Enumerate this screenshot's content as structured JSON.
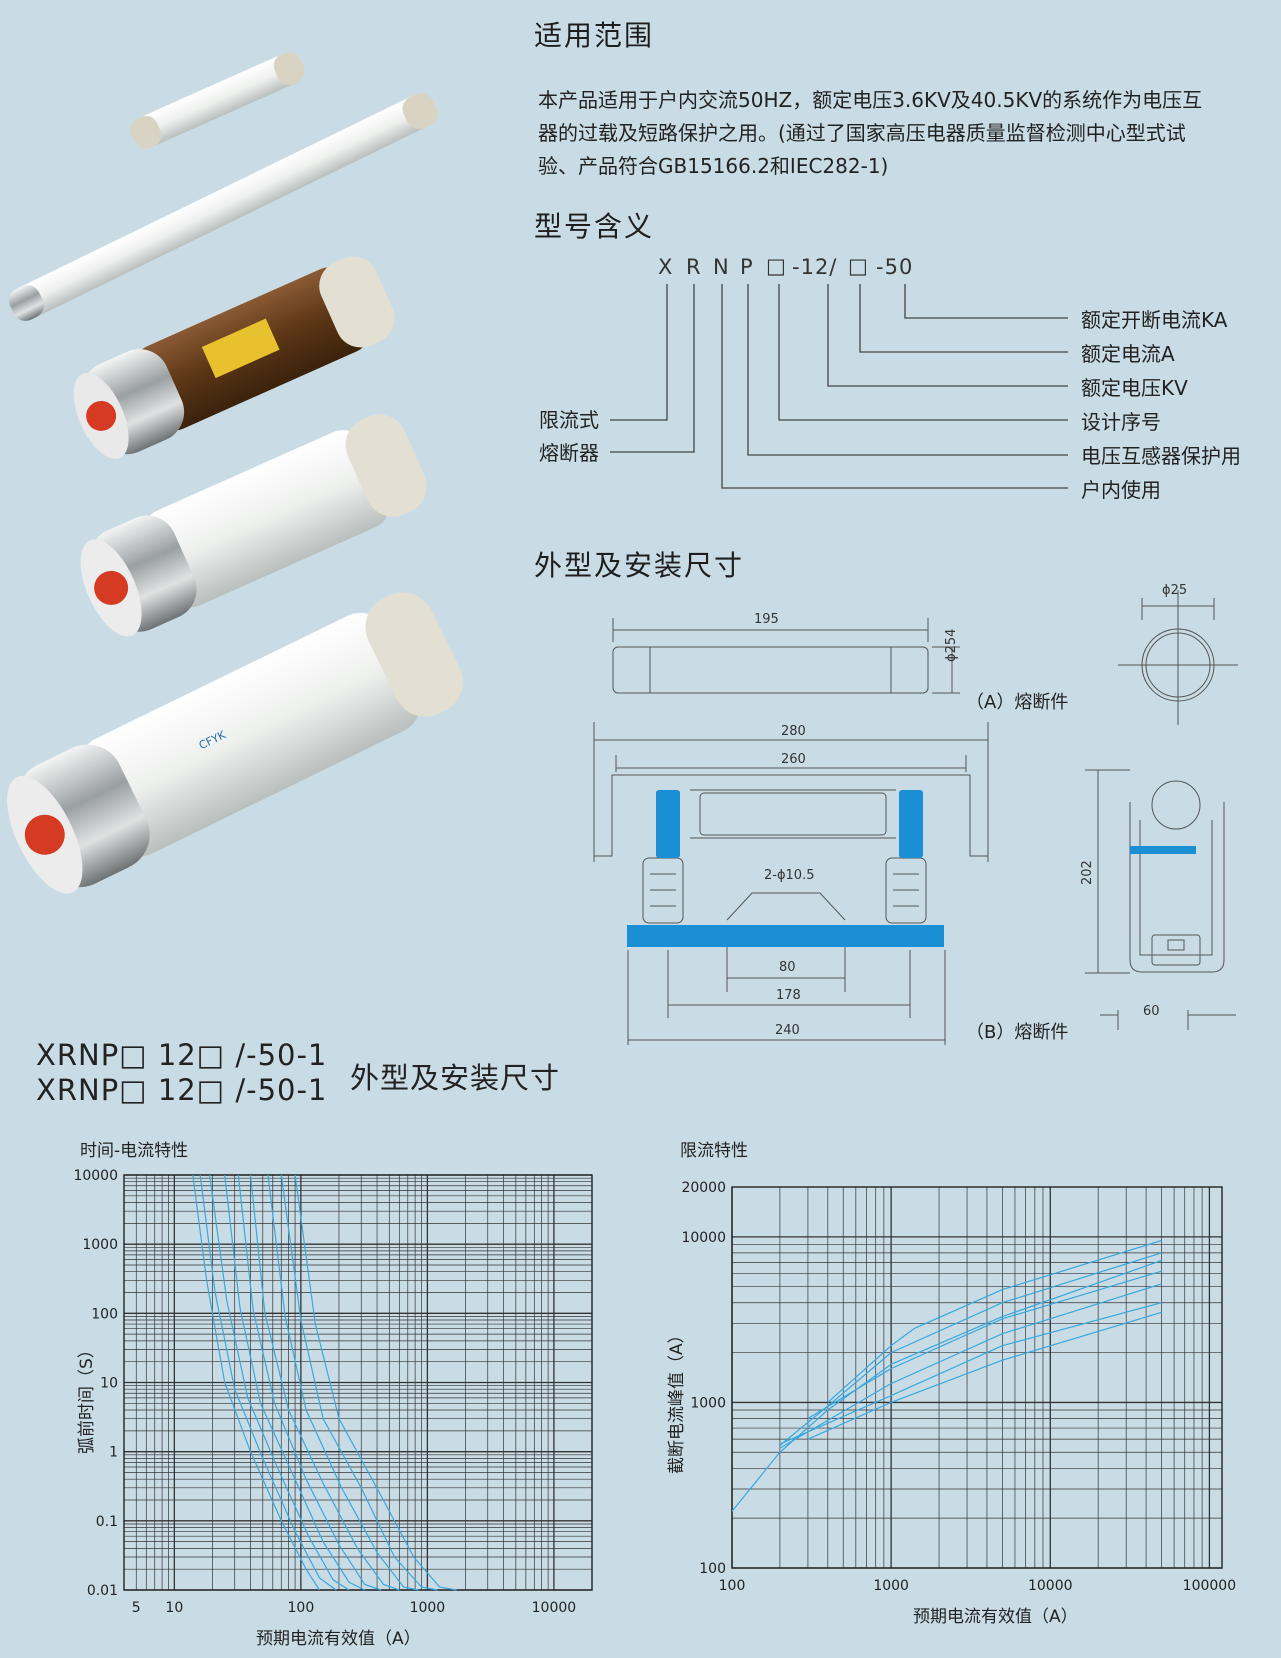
{
  "scope": {
    "heading": "适用范围",
    "lines": [
      "本产品适用于户内交流50HZ，额定电压3.6KV及40.5KV的系统作为电压互",
      "器的过载及短路保护之用。(通过了国家高压电器质量监督检测中心型式试",
      "验、产品符合GB15166.2和IEC282-1)"
    ]
  },
  "model": {
    "heading": "型号含义",
    "code_chars": [
      "X",
      "R",
      "N",
      "P",
      "□",
      "-12/",
      "□",
      "-50"
    ],
    "left_labels": [
      "限流式",
      "熔断器"
    ],
    "right_labels": [
      "额定开断电流KA",
      "额定电流A",
      "额定电压KV",
      "设计序号",
      "电压互感器保护用",
      "户内使用"
    ]
  },
  "dimensions": {
    "heading": "外型及安装尺寸",
    "fuse_a": {
      "length": "195",
      "diameter": "ϕ254",
      "end_diameter": "ϕ25",
      "caption": "（A）熔断件"
    },
    "fuse_b": {
      "d280": "280",
      "d260": "260",
      "holes": "2-ϕ10.5",
      "d80": "80",
      "d178": "178",
      "d240": "240",
      "d202": "202",
      "d60": "60",
      "caption": "（B）熔断件"
    }
  },
  "section2": {
    "model_lines": [
      "XRNP□ 12□ /-50-1",
      "XRNP□ 12□ /-50-1"
    ],
    "title": "外型及安装尺寸"
  },
  "chart_data": [
    {
      "type": "line",
      "title": "时间-电流特性",
      "xlabel": "预期电流有效值（A）",
      "ylabel": "弧前时间（S）",
      "x_scale": "log",
      "y_scale": "log",
      "x_ticks": [
        "5",
        "10",
        "100",
        "1000",
        "10000"
      ],
      "y_ticks": [
        "10000",
        "1000",
        "100",
        "10",
        "1",
        "0.1",
        "0.01"
      ],
      "xlim": [
        4,
        20000
      ],
      "ylim": [
        0.01,
        10000
      ],
      "grid": true,
      "series": [
        {
          "x": [
            14,
            18,
            25,
            40,
            70,
            110,
            140
          ],
          "y": [
            10000,
            300,
            10,
            1,
            0.1,
            0.02,
            0.01
          ]
        },
        {
          "x": [
            16,
            21,
            30,
            50,
            90,
            140,
            190
          ],
          "y": [
            10000,
            200,
            8,
            0.8,
            0.07,
            0.015,
            0.01
          ]
        },
        {
          "x": [
            19,
            26,
            38,
            65,
            115,
            180,
            240
          ],
          "y": [
            10000,
            150,
            6,
            0.6,
            0.06,
            0.014,
            0.01
          ]
        },
        {
          "x": [
            25,
            33,
            48,
            85,
            150,
            240,
            320
          ],
          "y": [
            10000,
            120,
            5,
            0.5,
            0.05,
            0.013,
            0.01
          ]
        },
        {
          "x": [
            32,
            42,
            62,
            110,
            200,
            320,
            430
          ],
          "y": [
            10000,
            110,
            5,
            0.4,
            0.045,
            0.012,
            0.01
          ]
        },
        {
          "x": [
            40,
            52,
            80,
            150,
            280,
            450,
            600
          ],
          "y": [
            10000,
            100,
            4,
            0.35,
            0.04,
            0.012,
            0.01
          ]
        },
        {
          "x": [
            55,
            75,
            110,
            210,
            400,
            650,
            850
          ],
          "y": [
            10000,
            90,
            4,
            0.3,
            0.035,
            0.011,
            0.01
          ]
        },
        {
          "x": [
            70,
            100,
            150,
            300,
            550,
            900,
            1200
          ],
          "y": [
            10000,
            80,
            3,
            0.3,
            0.03,
            0.011,
            0.01
          ]
        },
        {
          "x": [
            90,
            130,
            200,
            420,
            780,
            1250,
            1700
          ],
          "y": [
            10000,
            70,
            3,
            0.25,
            0.03,
            0.011,
            0.01
          ]
        }
      ]
    },
    {
      "type": "line",
      "title": "限流特性",
      "xlabel": "预期电流有效值（A）",
      "ylabel": "截断电流峰值（A）",
      "x_scale": "log",
      "y_scale": "log",
      "x_ticks": [
        "100",
        "1000",
        "10000",
        "100000"
      ],
      "y_ticks": [
        "20000",
        "10000",
        "1000",
        "100"
      ],
      "xlim": [
        100,
        120000
      ],
      "ylim": [
        100,
        20000
      ],
      "grid": true,
      "series": [
        {
          "x": [
            100,
            200,
            400,
            1000,
            5000,
            50000
          ],
          "y": [
            220,
            500,
            900,
            1700,
            3300,
            7200
          ]
        },
        {
          "x": [
            200,
            400,
            1000,
            5000,
            50000
          ],
          "y": [
            550,
            950,
            2000,
            4000,
            8000
          ]
        },
        {
          "x": [
            400,
            1000,
            1400,
            5000,
            50000
          ],
          "y": [
            1000,
            2200,
            2800,
            4800,
            9500
          ]
        },
        {
          "x": [
            300,
            1000,
            5000,
            50000
          ],
          "y": [
            800,
            1600,
            3200,
            6200
          ]
        },
        {
          "x": [
            200,
            1000,
            5000,
            50000
          ],
          "y": [
            530,
            1300,
            2600,
            5200
          ]
        },
        {
          "x": [
            200,
            1000,
            5000,
            50000
          ],
          "y": [
            560,
            1100,
            2200,
            4000
          ]
        },
        {
          "x": [
            300,
            1000,
            5000,
            50000
          ],
          "y": [
            600,
            1000,
            1800,
            3500
          ]
        }
      ]
    }
  ]
}
